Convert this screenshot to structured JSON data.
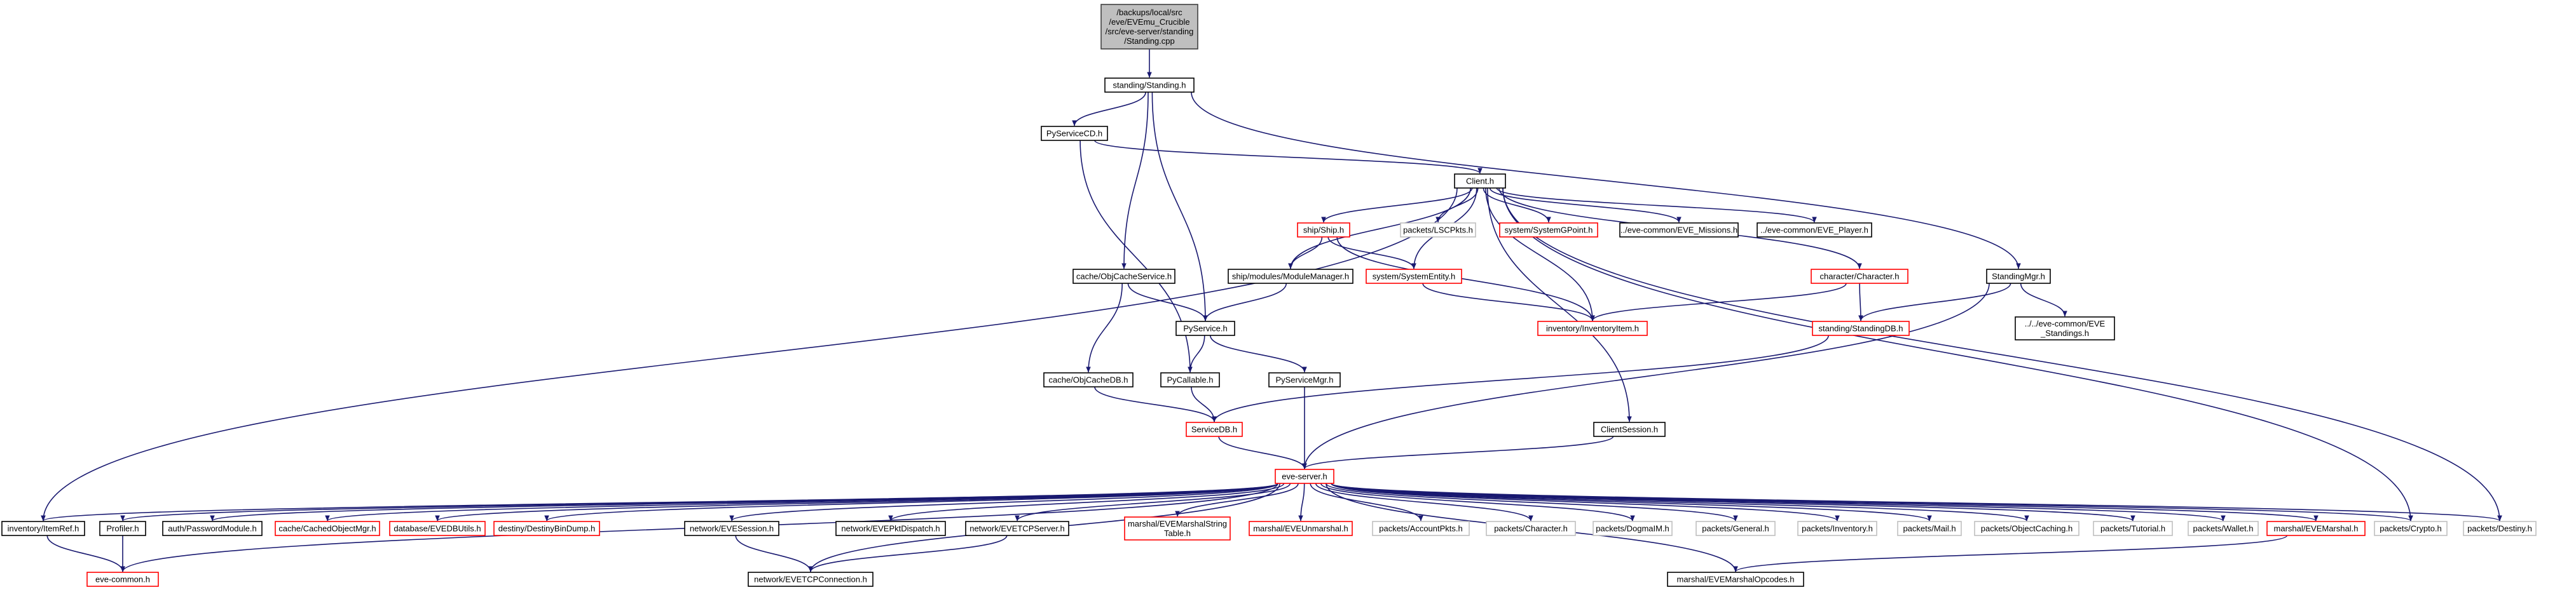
{
  "palette": {
    "edge": "#191970",
    "root_fill": "#bfbfbf",
    "root_border": "#404040",
    "normal_border": "#000000",
    "red_border": "#ff0000",
    "grey_border": "#bfbfbf",
    "background": "#ffffff"
  },
  "nodes": [
    {
      "id": "root",
      "lines": [
        "/backups/local/src",
        "/eve/EVEmu_Crucible",
        "/src/eve-server/standing",
        "/Standing.cpp"
      ],
      "style": "root"
    },
    {
      "id": "standing_h",
      "lines": [
        "standing/Standing.h"
      ],
      "style": "normal"
    },
    {
      "id": "pyservicecd",
      "lines": [
        "PyServiceCD.h"
      ],
      "style": "normal"
    },
    {
      "id": "client",
      "lines": [
        "Client.h"
      ],
      "style": "normal"
    },
    {
      "id": "ship",
      "lines": [
        "ship/Ship.h"
      ],
      "style": "red"
    },
    {
      "id": "lscpkts",
      "lines": [
        "packets/LSCPkts.h"
      ],
      "style": "grey"
    },
    {
      "id": "sysgpoint",
      "lines": [
        "system/SystemGPoint.h"
      ],
      "style": "red"
    },
    {
      "id": "eve_missions",
      "lines": [
        "../eve-common/EVE_Missions.h"
      ],
      "style": "normal"
    },
    {
      "id": "eve_player",
      "lines": [
        "../eve-common/EVE_Player.h"
      ],
      "style": "normal"
    },
    {
      "id": "objcacheservice",
      "lines": [
        "cache/ObjCacheService.h"
      ],
      "style": "normal"
    },
    {
      "id": "modulemanager",
      "lines": [
        "ship/modules/ModuleManager.h"
      ],
      "style": "normal"
    },
    {
      "id": "systementity",
      "lines": [
        "system/SystemEntity.h"
      ],
      "style": "red"
    },
    {
      "id": "character",
      "lines": [
        "character/Character.h"
      ],
      "style": "red"
    },
    {
      "id": "standingmgr",
      "lines": [
        "StandingMgr.h"
      ],
      "style": "normal"
    },
    {
      "id": "inventoryitem",
      "lines": [
        "inventory/InventoryItem.h"
      ],
      "style": "red"
    },
    {
      "id": "standingdb",
      "lines": [
        "standing/StandingDB.h"
      ],
      "style": "red"
    },
    {
      "id": "eve_standings",
      "lines": [
        "../../eve-common/EVE",
        "_Standings.h"
      ],
      "style": "normal"
    },
    {
      "id": "pyservice",
      "lines": [
        "PyService.h"
      ],
      "style": "normal"
    },
    {
      "id": "objcachedb",
      "lines": [
        "cache/ObjCacheDB.h"
      ],
      "style": "normal"
    },
    {
      "id": "pycallable",
      "lines": [
        "PyCallable.h"
      ],
      "style": "normal"
    },
    {
      "id": "pyservicemgr",
      "lines": [
        "PyServiceMgr.h"
      ],
      "style": "normal"
    },
    {
      "id": "servicedb",
      "lines": [
        "ServiceDB.h"
      ],
      "style": "red"
    },
    {
      "id": "clientsession",
      "lines": [
        "ClientSession.h"
      ],
      "style": "normal"
    },
    {
      "id": "eveserver",
      "lines": [
        "eve-server.h"
      ],
      "style": "red"
    },
    {
      "id": "itemref",
      "lines": [
        "inventory/ItemRef.h"
      ],
      "style": "normal"
    },
    {
      "id": "profiler",
      "lines": [
        "Profiler.h"
      ],
      "style": "normal"
    },
    {
      "id": "passwordmodule",
      "lines": [
        "auth/PasswordModule.h"
      ],
      "style": "normal"
    },
    {
      "id": "cachedobjectmgr",
      "lines": [
        "cache/CachedObjectMgr.h"
      ],
      "style": "red"
    },
    {
      "id": "evedbutils",
      "lines": [
        "database/EVEDBUtils.h"
      ],
      "style": "red"
    },
    {
      "id": "destinybindump",
      "lines": [
        "destiny/DestinyBinDump.h"
      ],
      "style": "red"
    },
    {
      "id": "evesession",
      "lines": [
        "network/EVESession.h"
      ],
      "style": "normal"
    },
    {
      "id": "evepktdispatch",
      "lines": [
        "network/EVEPktDispatch.h"
      ],
      "style": "normal"
    },
    {
      "id": "evetcpserver",
      "lines": [
        "network/EVETCPServer.h"
      ],
      "style": "normal"
    },
    {
      "id": "evemarshalstring",
      "lines": [
        "marshal/EVEMarshalString",
        "Table.h"
      ],
      "style": "red"
    },
    {
      "id": "eveunmarshal",
      "lines": [
        "marshal/EVEUnmarshal.h"
      ],
      "style": "red"
    },
    {
      "id": "accountpkts",
      "lines": [
        "packets/AccountPkts.h"
      ],
      "style": "grey"
    },
    {
      "id": "pk_character",
      "lines": [
        "packets/Character.h"
      ],
      "style": "grey"
    },
    {
      "id": "dogmaim",
      "lines": [
        "packets/DogmaIM.h"
      ],
      "style": "grey"
    },
    {
      "id": "pk_general",
      "lines": [
        "packets/General.h"
      ],
      "style": "grey"
    },
    {
      "id": "pk_inventory",
      "lines": [
        "packets/Inventory.h"
      ],
      "style": "grey"
    },
    {
      "id": "pk_mail",
      "lines": [
        "packets/Mail.h"
      ],
      "style": "grey"
    },
    {
      "id": "pk_objcaching",
      "lines": [
        "packets/ObjectCaching.h"
      ],
      "style": "grey"
    },
    {
      "id": "pk_tutorial",
      "lines": [
        "packets/Tutorial.h"
      ],
      "style": "grey"
    },
    {
      "id": "pk_wallet",
      "lines": [
        "packets/Wallet.h"
      ],
      "style": "grey"
    },
    {
      "id": "evemarshal",
      "lines": [
        "marshal/EVEMarshal.h"
      ],
      "style": "red"
    },
    {
      "id": "pk_crypto",
      "lines": [
        "packets/Crypto.h"
      ],
      "style": "grey"
    },
    {
      "id": "pk_destiny",
      "lines": [
        "packets/Destiny.h"
      ],
      "style": "grey"
    },
    {
      "id": "evecommon",
      "lines": [
        "eve-common.h"
      ],
      "style": "red"
    },
    {
      "id": "evetcpconnection",
      "lines": [
        "network/EVETCPConnection.h"
      ],
      "style": "normal"
    },
    {
      "id": "evemarshalopcodes",
      "lines": [
        "marshal/EVEMarshalOpcodes.h"
      ],
      "style": "normal"
    }
  ],
  "edges": [
    [
      "root",
      "standing_h"
    ],
    [
      "standing_h",
      "pyservicecd"
    ],
    [
      "standing_h",
      "objcacheservice"
    ],
    [
      "standing_h",
      "pyservice"
    ],
    [
      "standing_h",
      "standingmgr"
    ],
    [
      "pyservicecd",
      "client"
    ],
    [
      "pyservicecd",
      "pycallable"
    ],
    [
      "client",
      "ship"
    ],
    [
      "client",
      "lscpkts"
    ],
    [
      "client",
      "sysgpoint"
    ],
    [
      "client",
      "eve_missions"
    ],
    [
      "client",
      "eve_player"
    ],
    [
      "client",
      "modulemanager"
    ],
    [
      "client",
      "systementity"
    ],
    [
      "client",
      "character"
    ],
    [
      "client",
      "inventoryitem"
    ],
    [
      "client",
      "clientsession"
    ],
    [
      "client",
      "itemref"
    ],
    [
      "client",
      "pk_crypto"
    ],
    [
      "client",
      "pk_destiny"
    ],
    [
      "ship",
      "modulemanager"
    ],
    [
      "ship",
      "systementity"
    ],
    [
      "ship",
      "inventoryitem"
    ],
    [
      "objcacheservice",
      "pyservice"
    ],
    [
      "objcacheservice",
      "objcachedb"
    ],
    [
      "modulemanager",
      "pyservice"
    ],
    [
      "systementity",
      "inventoryitem"
    ],
    [
      "character",
      "inventoryitem"
    ],
    [
      "character",
      "standingdb"
    ],
    [
      "standingmgr",
      "standingdb"
    ],
    [
      "standingmgr",
      "eve_standings"
    ],
    [
      "standingmgr",
      "eveserver"
    ],
    [
      "standingdb",
      "servicedb"
    ],
    [
      "pyservice",
      "pycallable"
    ],
    [
      "pyservice",
      "pyservicemgr"
    ],
    [
      "objcachedb",
      "servicedb"
    ],
    [
      "pycallable",
      "servicedb"
    ],
    [
      "pyservicemgr",
      "eveserver"
    ],
    [
      "servicedb",
      "eveserver"
    ],
    [
      "clientsession",
      "eveserver"
    ],
    [
      "eveserver",
      "itemref"
    ],
    [
      "eveserver",
      "profiler"
    ],
    [
      "eveserver",
      "passwordmodule"
    ],
    [
      "eveserver",
      "cachedobjectmgr"
    ],
    [
      "eveserver",
      "evedbutils"
    ],
    [
      "eveserver",
      "destinybindump"
    ],
    [
      "eveserver",
      "evesession"
    ],
    [
      "eveserver",
      "evepktdispatch"
    ],
    [
      "eveserver",
      "evetcpserver"
    ],
    [
      "eveserver",
      "evemarshalstring"
    ],
    [
      "eveserver",
      "eveunmarshal"
    ],
    [
      "eveserver",
      "accountpkts"
    ],
    [
      "eveserver",
      "pk_character"
    ],
    [
      "eveserver",
      "dogmaim"
    ],
    [
      "eveserver",
      "pk_general"
    ],
    [
      "eveserver",
      "pk_inventory"
    ],
    [
      "eveserver",
      "pk_mail"
    ],
    [
      "eveserver",
      "pk_objcaching"
    ],
    [
      "eveserver",
      "pk_tutorial"
    ],
    [
      "eveserver",
      "pk_wallet"
    ],
    [
      "eveserver",
      "evemarshal"
    ],
    [
      "eveserver",
      "pk_crypto"
    ],
    [
      "eveserver",
      "pk_destiny"
    ],
    [
      "eveserver",
      "evecommon"
    ],
    [
      "eveserver",
      "evetcpconnection"
    ],
    [
      "eveserver",
      "evemarshalopcodes"
    ],
    [
      "itemref",
      "evecommon"
    ],
    [
      "profiler",
      "evecommon"
    ],
    [
      "evesession",
      "evetcpconnection"
    ],
    [
      "evetcpserver",
      "evetcpconnection"
    ],
    [
      "evemarshal",
      "evemarshalopcodes"
    ]
  ]
}
